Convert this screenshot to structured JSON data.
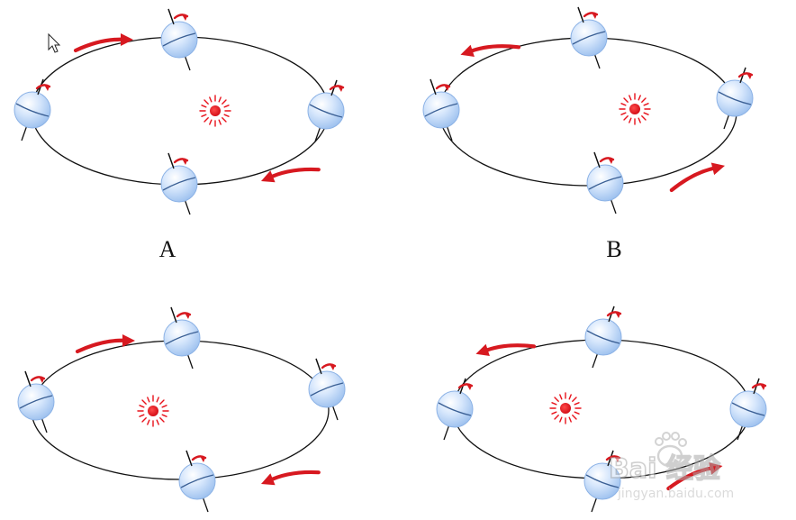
{
  "labels": {
    "a": "A",
    "b": "B"
  },
  "watermark": {
    "brand_logo": "Bai 经验",
    "url": "jingyan.baidu.com"
  },
  "icons": {
    "cursor": "cursor-arrow-icon",
    "sun": "sun-icon",
    "planet": "earth-globe-icon",
    "direction": "orbit-direction-arrow-icon",
    "spin": "spin-direction-arrow-icon",
    "watermark": "baidu-paw-logo-icon"
  },
  "colors": {
    "orbit": "#111111",
    "sun": "#e8121b",
    "arrow": "#d71920",
    "planet_fill": "#c9defa",
    "planet_edge": "#7ea8de",
    "axis": "#111111",
    "label": "#111111"
  }
}
